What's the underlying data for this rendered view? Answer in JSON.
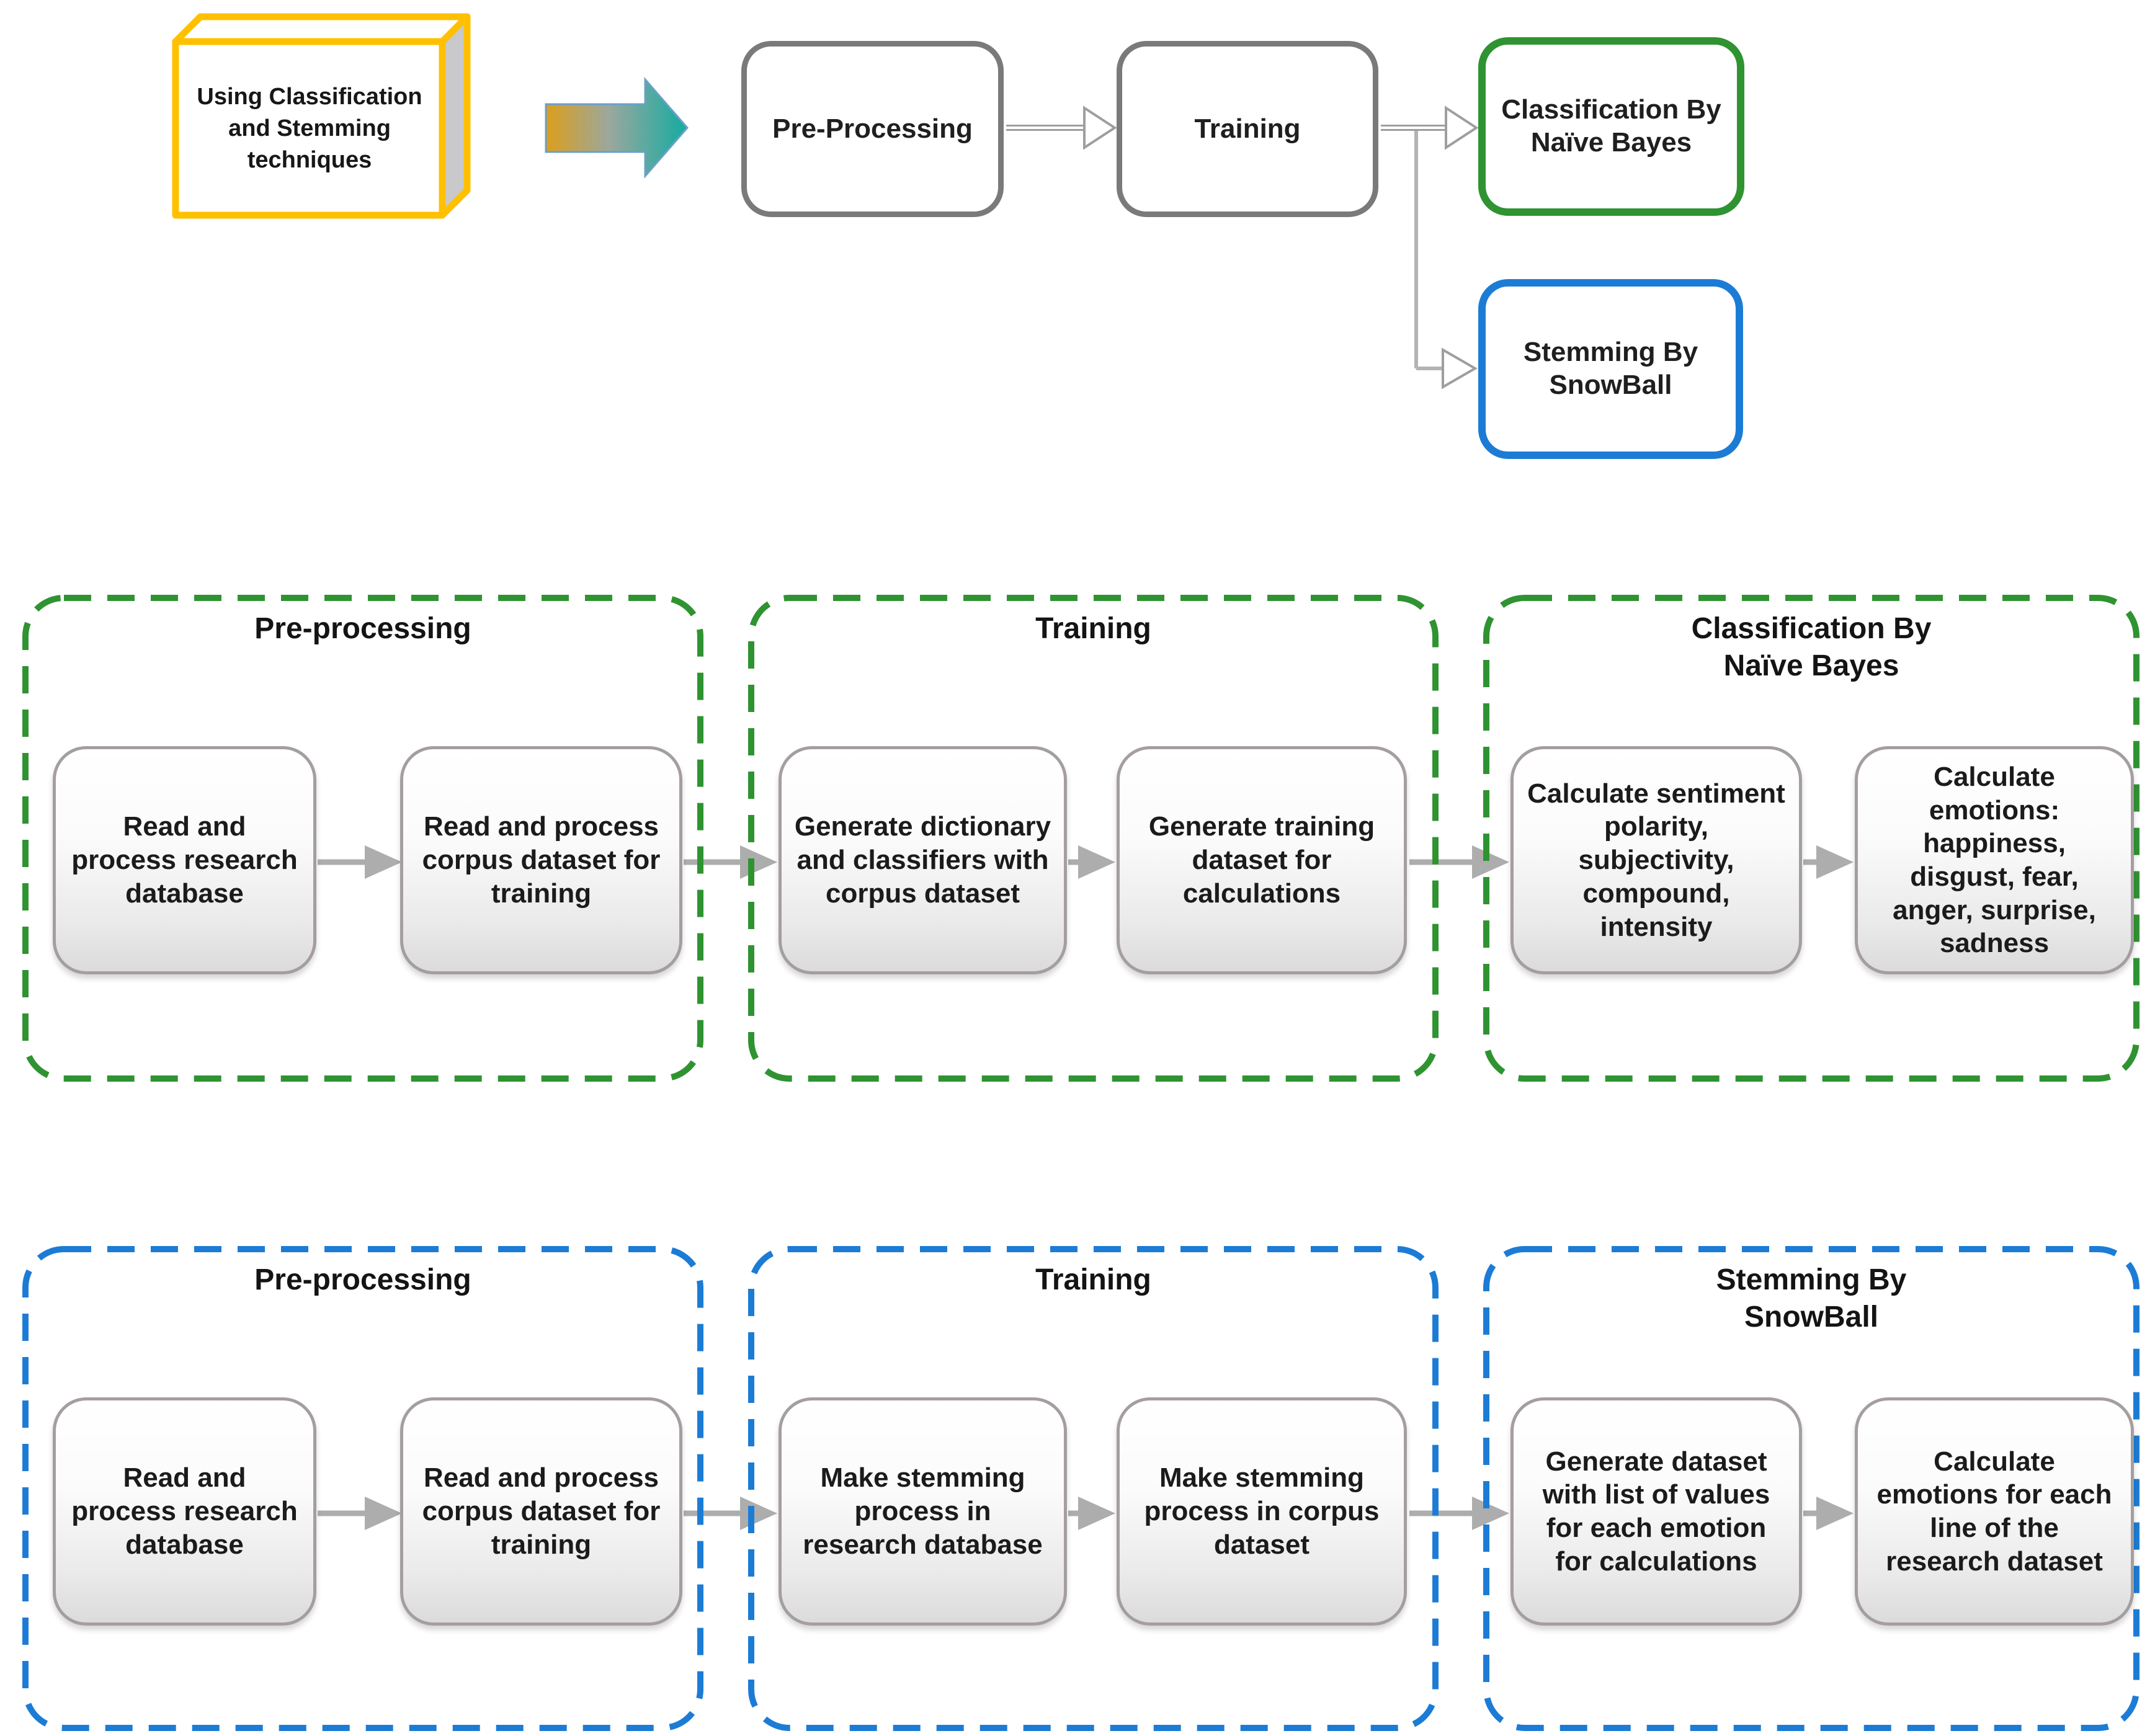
{
  "colors": {
    "accent_green": "#2f9331",
    "accent_blue": "#1c7cd5",
    "node_gray": "#7a7a7a",
    "connector_gray": "#adadad",
    "cube_yellow": "#ffc000",
    "arrow_orange": "#dc9f1c",
    "arrow_teal": "#14aba1"
  },
  "top_flow": {
    "source_label": "Using Classification and Stemming techniques",
    "pre_processing_label": "Pre-Processing",
    "training_label": "Training",
    "classification_label": "Classification By Naïve Bayes",
    "stemming_label": "Stemming By SnowBall"
  },
  "naive_bayes_pipeline": {
    "sections": [
      {
        "title_lines": [
          "Pre-processing"
        ],
        "boxes": [
          "Read and process research database",
          "Read and process corpus dataset for training"
        ]
      },
      {
        "title_lines": [
          "Training"
        ],
        "boxes": [
          "Generate dictionary and classifiers with corpus dataset",
          "Generate training dataset for calculations"
        ]
      },
      {
        "title_lines": [
          "Classification By",
          "Naïve Bayes"
        ],
        "boxes": [
          "Calculate sentiment polarity, subjectivity, compound, intensity",
          "Calculate emotions: happiness, disgust, fear, anger, surprise, sadness"
        ]
      }
    ]
  },
  "snowball_pipeline": {
    "sections": [
      {
        "title_lines": [
          "Pre-processing"
        ],
        "boxes": [
          "Read and process research database",
          "Read and process corpus dataset for training"
        ]
      },
      {
        "title_lines": [
          "Training"
        ],
        "boxes": [
          "Make stemming process in research database",
          "Make stemming process in corpus dataset"
        ]
      },
      {
        "title_lines": [
          "Stemming By",
          "SnowBall"
        ],
        "boxes": [
          "Generate dataset with list of values for each emotion for calculations",
          "Calculate emotions for each line of the research dataset"
        ]
      }
    ]
  }
}
